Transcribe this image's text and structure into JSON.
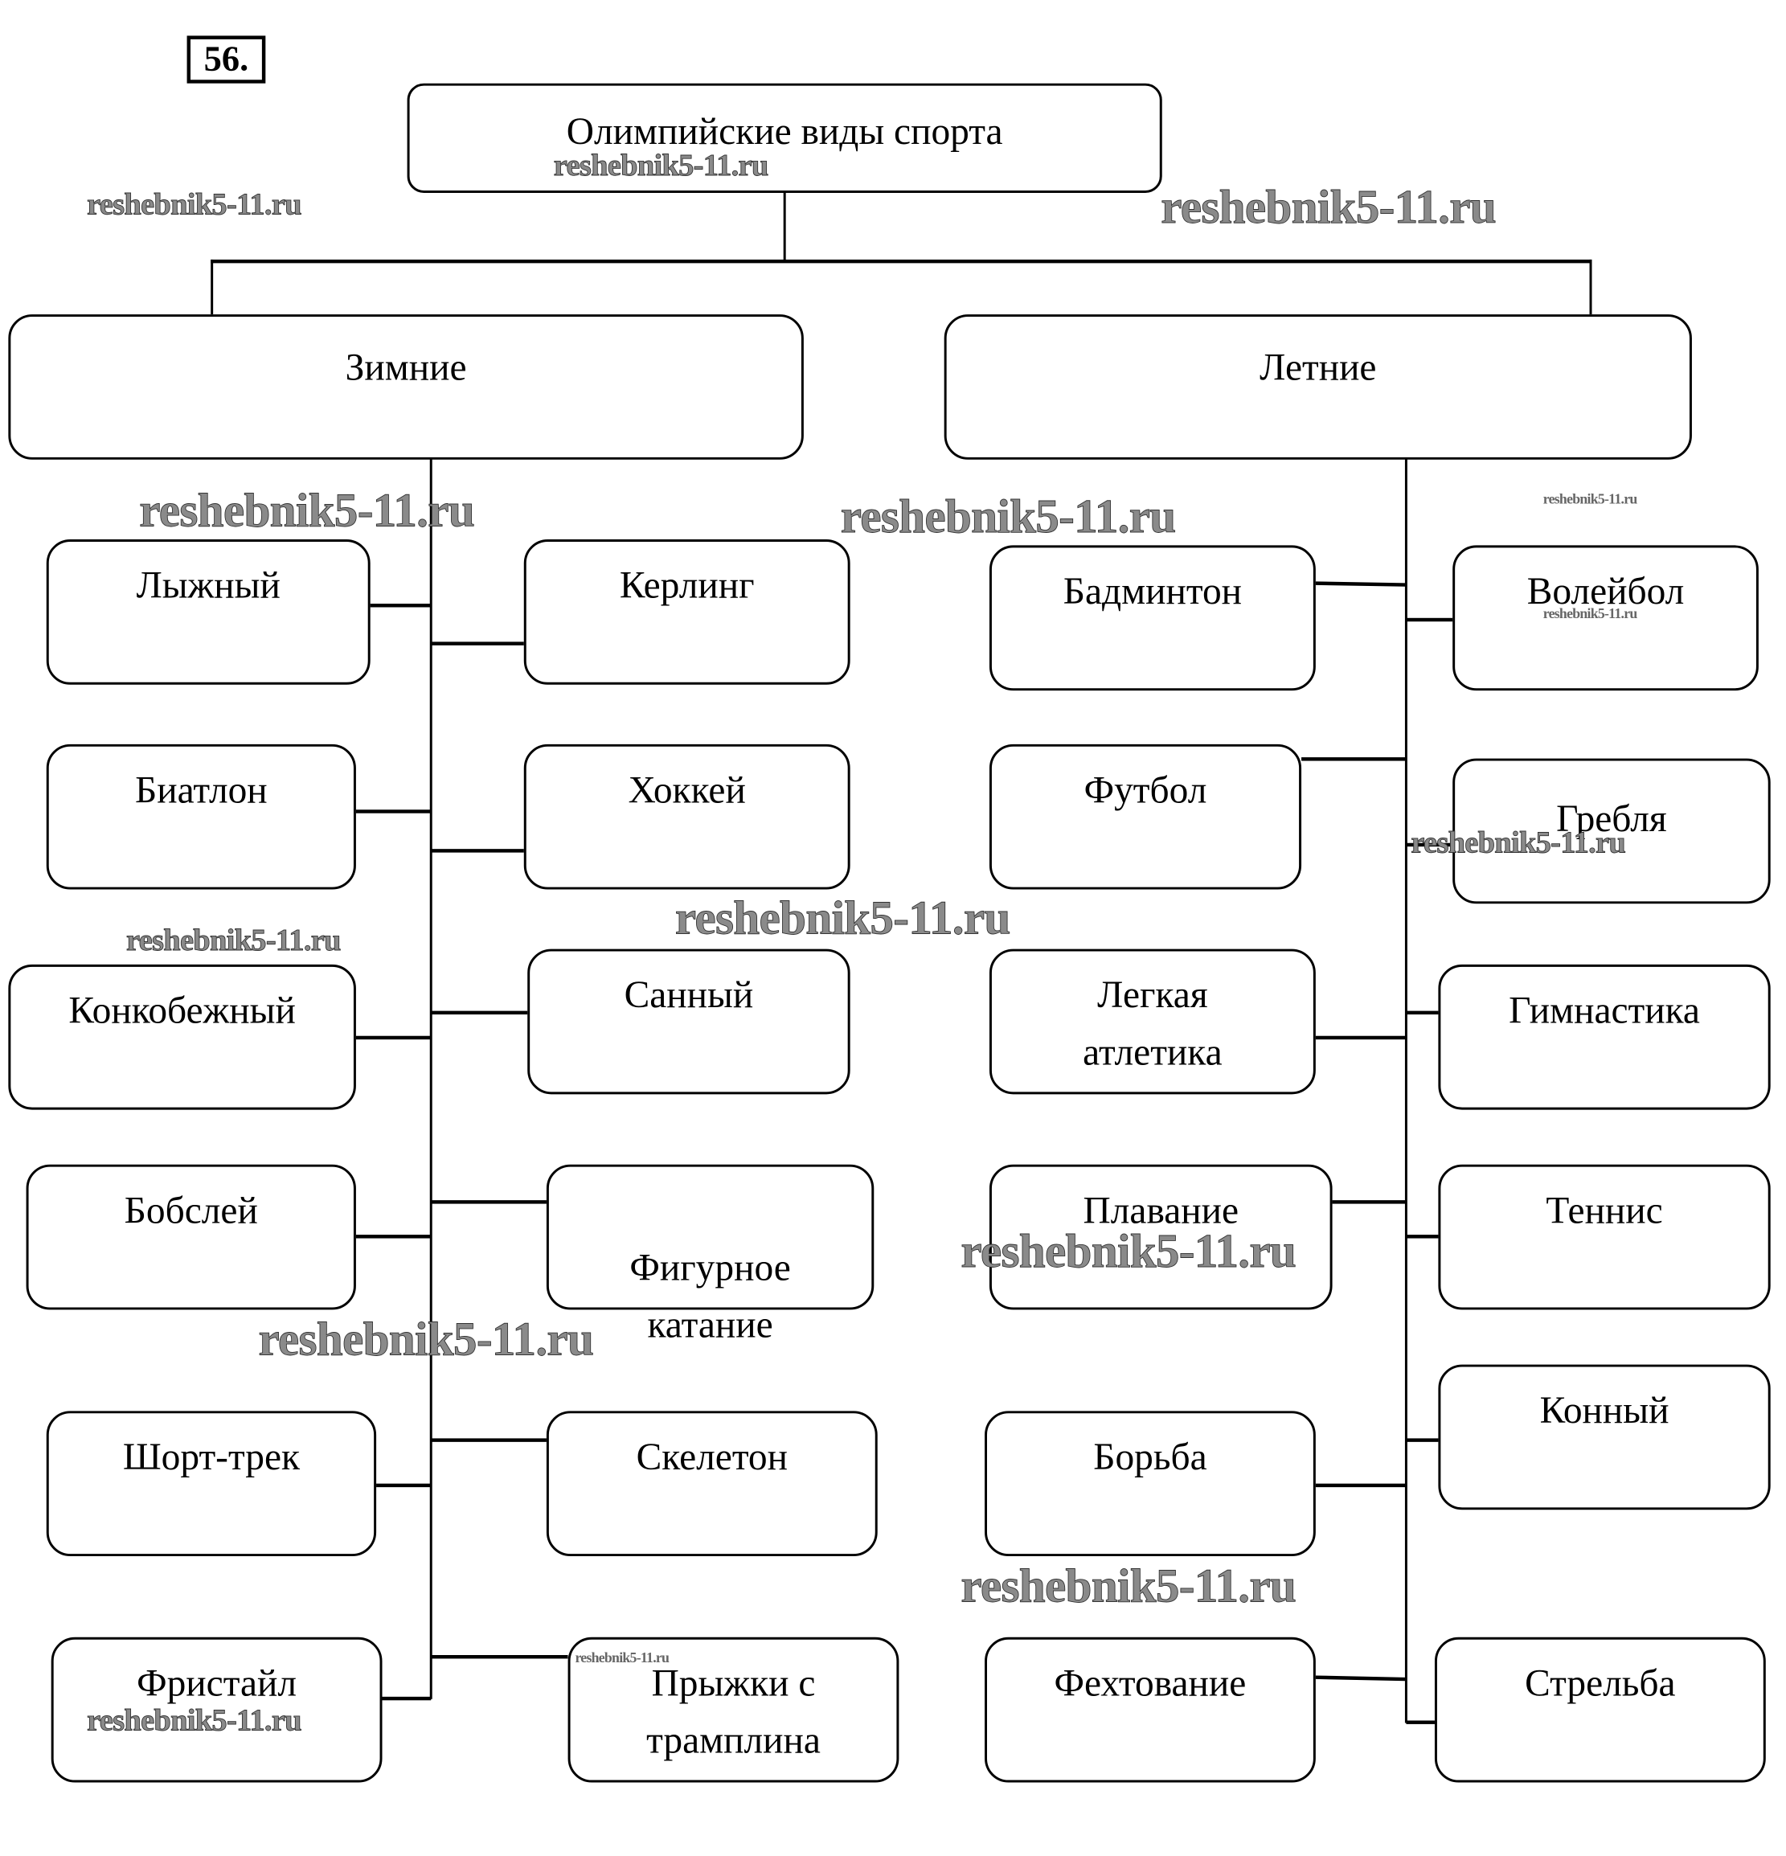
{
  "task_number": "56.",
  "root": {
    "label": "Олимпийские виды спорта"
  },
  "categories": {
    "winter": {
      "label": "Зимние",
      "left": [
        "Лыжный",
        "Биатлон",
        "Конкобежный",
        "Бобслей",
        "Шорт-трек",
        "Фристайл"
      ],
      "right": [
        "Керлинг",
        "Хоккей",
        "Санный",
        "Фигурное катание",
        "Скелетон",
        "Прыжки с трамплина"
      ]
    },
    "summer": {
      "label": "Летние",
      "left": [
        "Бадминтон",
        "Футбол",
        "Легкая атлетика",
        "Плавание",
        "Борьба",
        "Фехтование"
      ],
      "right": [
        "Волейбол",
        "Гребля",
        "Гимнастика",
        "Теннис",
        "Конный",
        "Стрельба"
      ]
    }
  },
  "watermark": "reshebnik5-11.ru"
}
